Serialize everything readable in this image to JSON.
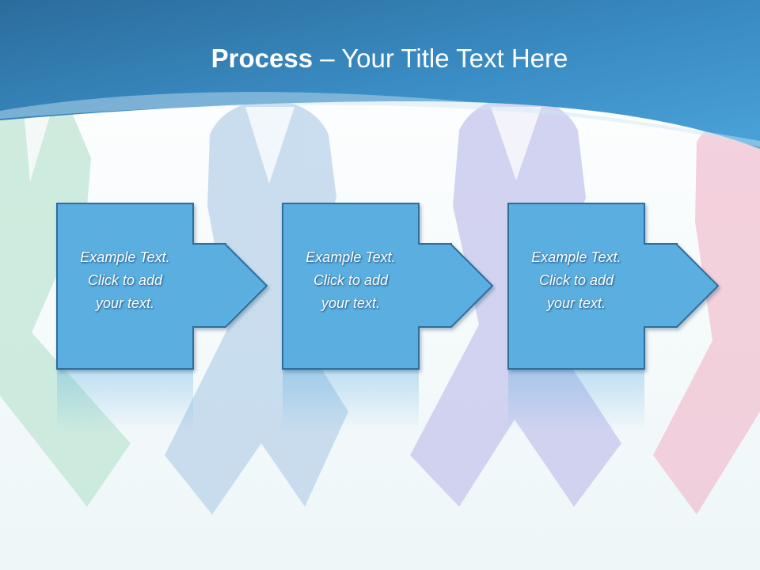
{
  "slide": {
    "title_bold": "Process",
    "title_rest": " – Your Title Text Here"
  },
  "theme": {
    "header_dark": "#2b6c9c",
    "header_light": "#4aa3d8",
    "box_fill": "#5aaee0",
    "box_stroke": "#2e6e9a",
    "ribbon_colors": [
      "#bfe6d4",
      "#b9d3ea",
      "#c5c6ec",
      "#f0c2d2"
    ]
  },
  "steps": [
    {
      "line1": "Example Text.",
      "line2": "Click  to add",
      "line3": "your text."
    },
    {
      "line1": "Example Text.",
      "line2": "Click  to add",
      "line3": "your text."
    },
    {
      "line1": "Example Text.",
      "line2": "Click  to add",
      "line3": "your text."
    }
  ]
}
